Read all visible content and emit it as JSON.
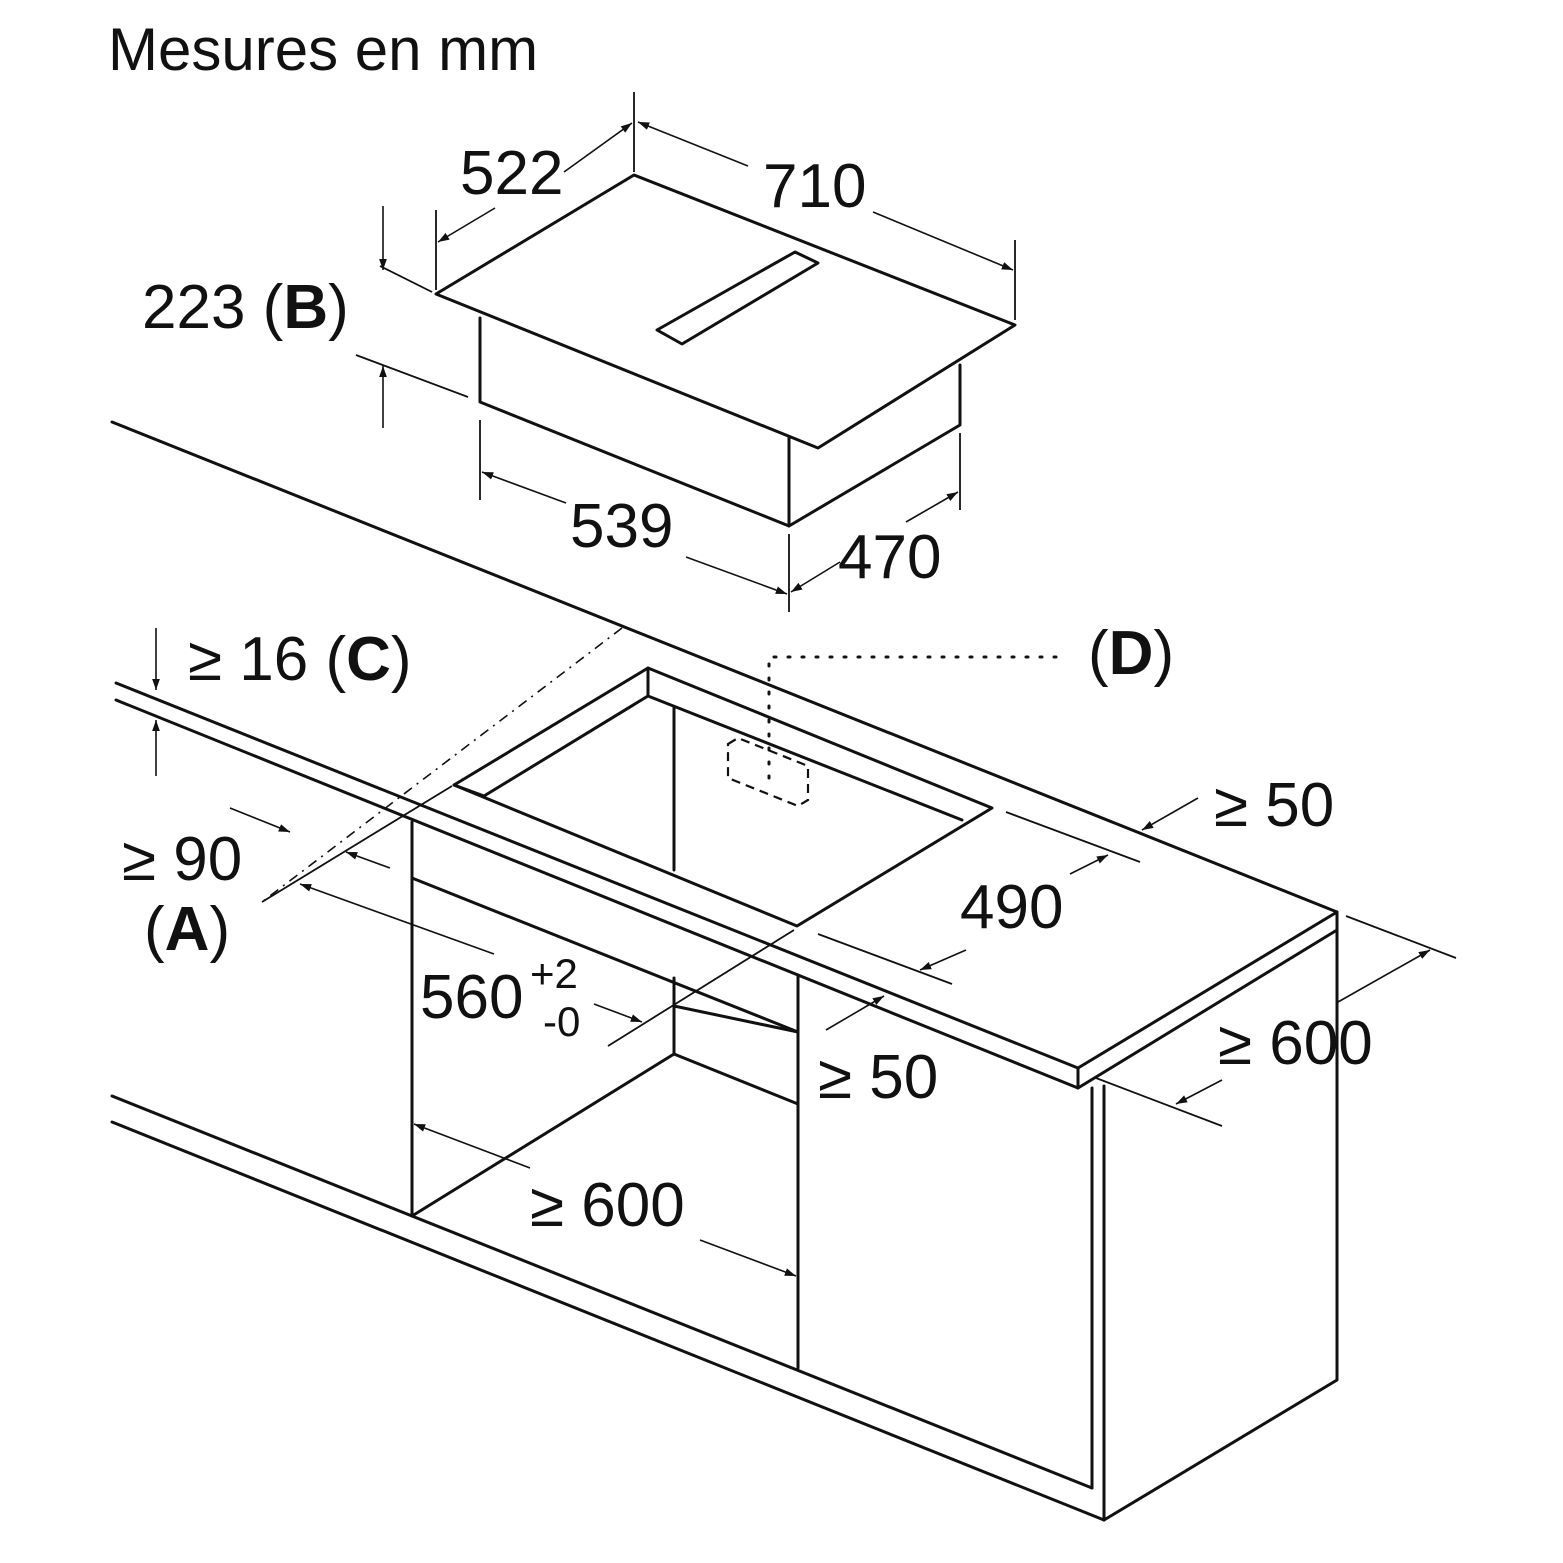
{
  "title": "Mesures en mm",
  "hob": {
    "depth": "522",
    "width": "710",
    "height_value": "223 (",
    "height_ref": "B",
    "height_close": ")",
    "body_width": "539",
    "body_depth": "470"
  },
  "worktop": {
    "thickness_value": "≥ 16 (",
    "thickness_ref": "C",
    "thickness_close": ")",
    "connection_ref_open": "(",
    "connection_ref": "D",
    "connection_ref_close": ")",
    "rear_gap": "≥ 50",
    "cutout_depth": "490",
    "front_gap_value": "≥ 90",
    "front_gap_ref_open": "(",
    "front_gap_ref": "A",
    "front_gap_ref_close": ")",
    "cutout_width_value": "560",
    "cutout_width_tol_plus": "+2",
    "cutout_width_tol_minus": "-0",
    "side_gap": "≥ 50",
    "cabinet_width": "≥ 600",
    "worktop_depth": "≥ 600"
  }
}
